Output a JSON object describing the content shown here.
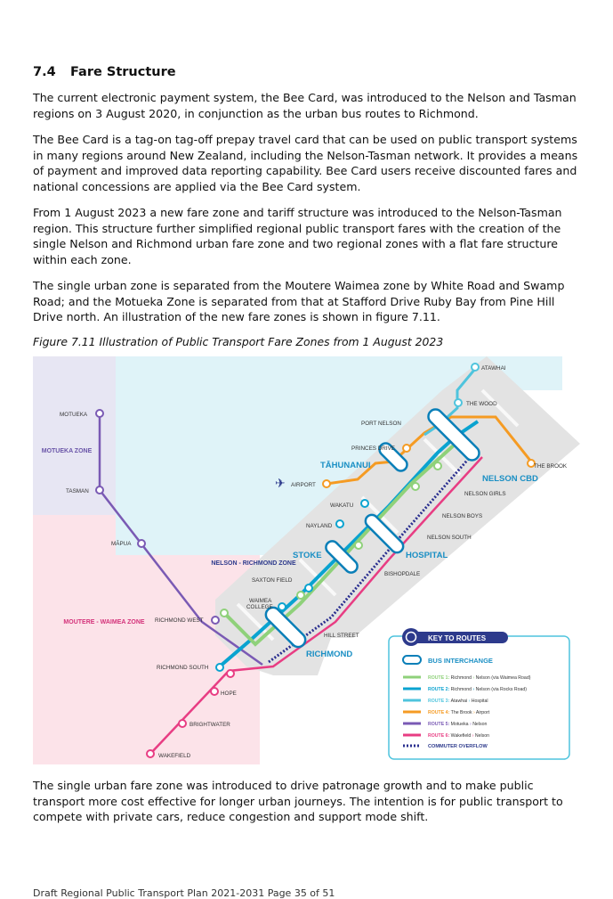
{
  "section": {
    "number": "7.4",
    "title": "Fare Structure"
  },
  "paragraphs": [
    "The current electronic payment system, the Bee Card, was introduced to the Nelson and Tasman regions on 3 August 2020, in conjunction as the urban bus routes to Richmond.",
    "The Bee Card is a tag-on tag-off prepay travel card that can be used on public transport systems in many regions around New Zealand, including the Nelson-Tasman network.  It provides a means of payment and improved data reporting capability. Bee Card users receive discounted fares and national concessions are applied via the Bee Card system.",
    "From 1 August 2023 a new fare zone and tariff structure was introduced to the Nelson-Tasman region. This structure further simplified regional public transport fares with the creation of the single Nelson and Richmond urban fare zone and two regional zones with a flat fare structure within each zone.",
    "The single urban zone is separated from the Moutere Waimea zone by White Road and Swamp Road; and the Motueka Zone is separated from that at Stafford Drive Ruby Bay from Pine Hill Drive north. An illustration of the new fare zones is shown in figure 7.11.",
    "The single urban fare zone was introduced to drive patronage growth and to make public transport more cost effective for longer urban journeys. The intention is for public transport to compete with private cars, reduce congestion and support mode shift."
  ],
  "figure_caption": "Figure 7.11 Illustration of Public Transport Fare Zones from 1 August 2023",
  "map": {
    "zones": {
      "motueka": "MOTUEKA ZONE",
      "moutere": "MOUTERE - WAIMEA ZONE",
      "urban": "NELSON - RICHMOND ZONE"
    },
    "hubs": {
      "tahunanui": "TĀHUNANUI",
      "nelson_cbd": "NELSON CBD",
      "stoke": "STOKE",
      "hospital": "HOSPITAL",
      "richmond": "RICHMOND"
    },
    "stops": {
      "atawhai": "ATAWHAI",
      "the_wood": "THE WOOD",
      "port_nelson": "PORT NELSON",
      "princes_drive": "PRINCES DRIVE",
      "the_brook": "THE BROOK",
      "airport": "AIRPORT",
      "nelson_girls": "NELSON GIRLS",
      "wakatu": "WAKATU",
      "nelson_boys": "NELSON BOYS",
      "nayland": "NAYLAND",
      "nelson_south": "NELSON SOUTH",
      "motueka": "MOTUEKA",
      "tasman": "TASMAN",
      "mapua": "MĀPUA",
      "saxton_field": "SAXTON FIELD",
      "bishopdale": "BISHOPDALE",
      "waimea_college_1": "WAIMEA",
      "waimea_college_2": "COLLEGE",
      "richmond_west": "RICHMOND WEST",
      "hill_street": "HILL STREET",
      "richmond_south": "RICHMOND SOUTH",
      "hope": "HOPE",
      "brightwater": "BRIGHTWATER",
      "wakefield": "WAKEFIELD"
    },
    "legend": {
      "title": "KEY TO ROUTES",
      "interchange": "BUS INTERCHANGE",
      "routes": [
        {
          "label": "ROUTE 1:",
          "from": "Richmond",
          "to": "Nelson (via Waimea Road)",
          "color": "#8fd17a"
        },
        {
          "label": "ROUTE 2:",
          "from": "Richmond",
          "to": "Nelson (via Rocks Road)",
          "color": "#0aa3d0"
        },
        {
          "label": "ROUTE 3:",
          "from": "Atawhai",
          "to": "Hospital",
          "color": "#4fc4dd"
        },
        {
          "label": "ROUTE 4:",
          "from": "The Brook",
          "to": "Airport",
          "color": "#f59b23"
        },
        {
          "label": "ROUTE 5:",
          "from": "Motueka",
          "to": "Nelson",
          "color": "#7a5ab4"
        },
        {
          "label": "ROUTE 6:",
          "from": "Wakefield",
          "to": "Nelson",
          "color": "#e83d83"
        }
      ],
      "overflow": "COMMUTER OVERFLOW"
    },
    "colors": {
      "sea": "#dff3f8",
      "urban_zone": "#e3e3e3",
      "motueka_zone": "#e7e6f3",
      "moutere_zone": "#fce3e9",
      "route1": "#8fd17a",
      "route2": "#0aa3d0",
      "route3": "#4fc4dd",
      "route4": "#f59b23",
      "route5": "#7a5ab4",
      "route6": "#e83d83",
      "overflow": "#2a2f8f",
      "hub_text": "#1a8fc4",
      "legend_title": "#2d3a8c"
    }
  },
  "footer": "Draft Regional Public Transport Plan 2021-2031     Page 35 of 51"
}
